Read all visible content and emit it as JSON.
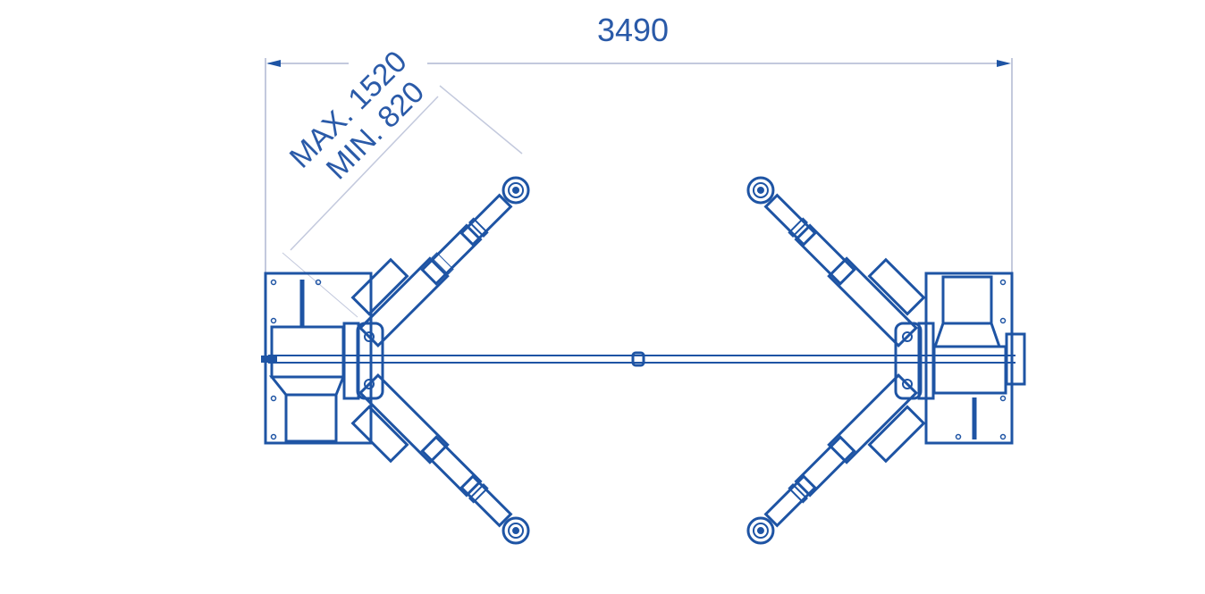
{
  "diagram": {
    "title": "Two-post lift top view dimensions",
    "colors": {
      "line": "#1e54a4",
      "dimension_text": "#2a5aa8",
      "dimension_line": "#c3c9dd",
      "background": "#ffffff"
    },
    "dimensions": {
      "overall_width": "3490",
      "arm_max": "MAX. 1520",
      "arm_min": "MIN. 820"
    },
    "components": {
      "left_column": "left-post-column",
      "right_column": "right-post-column",
      "floor_cable_bar": "cross-bar",
      "arms": [
        "left-upper-arm",
        "left-lower-arm",
        "right-upper-arm",
        "right-lower-arm"
      ]
    }
  }
}
